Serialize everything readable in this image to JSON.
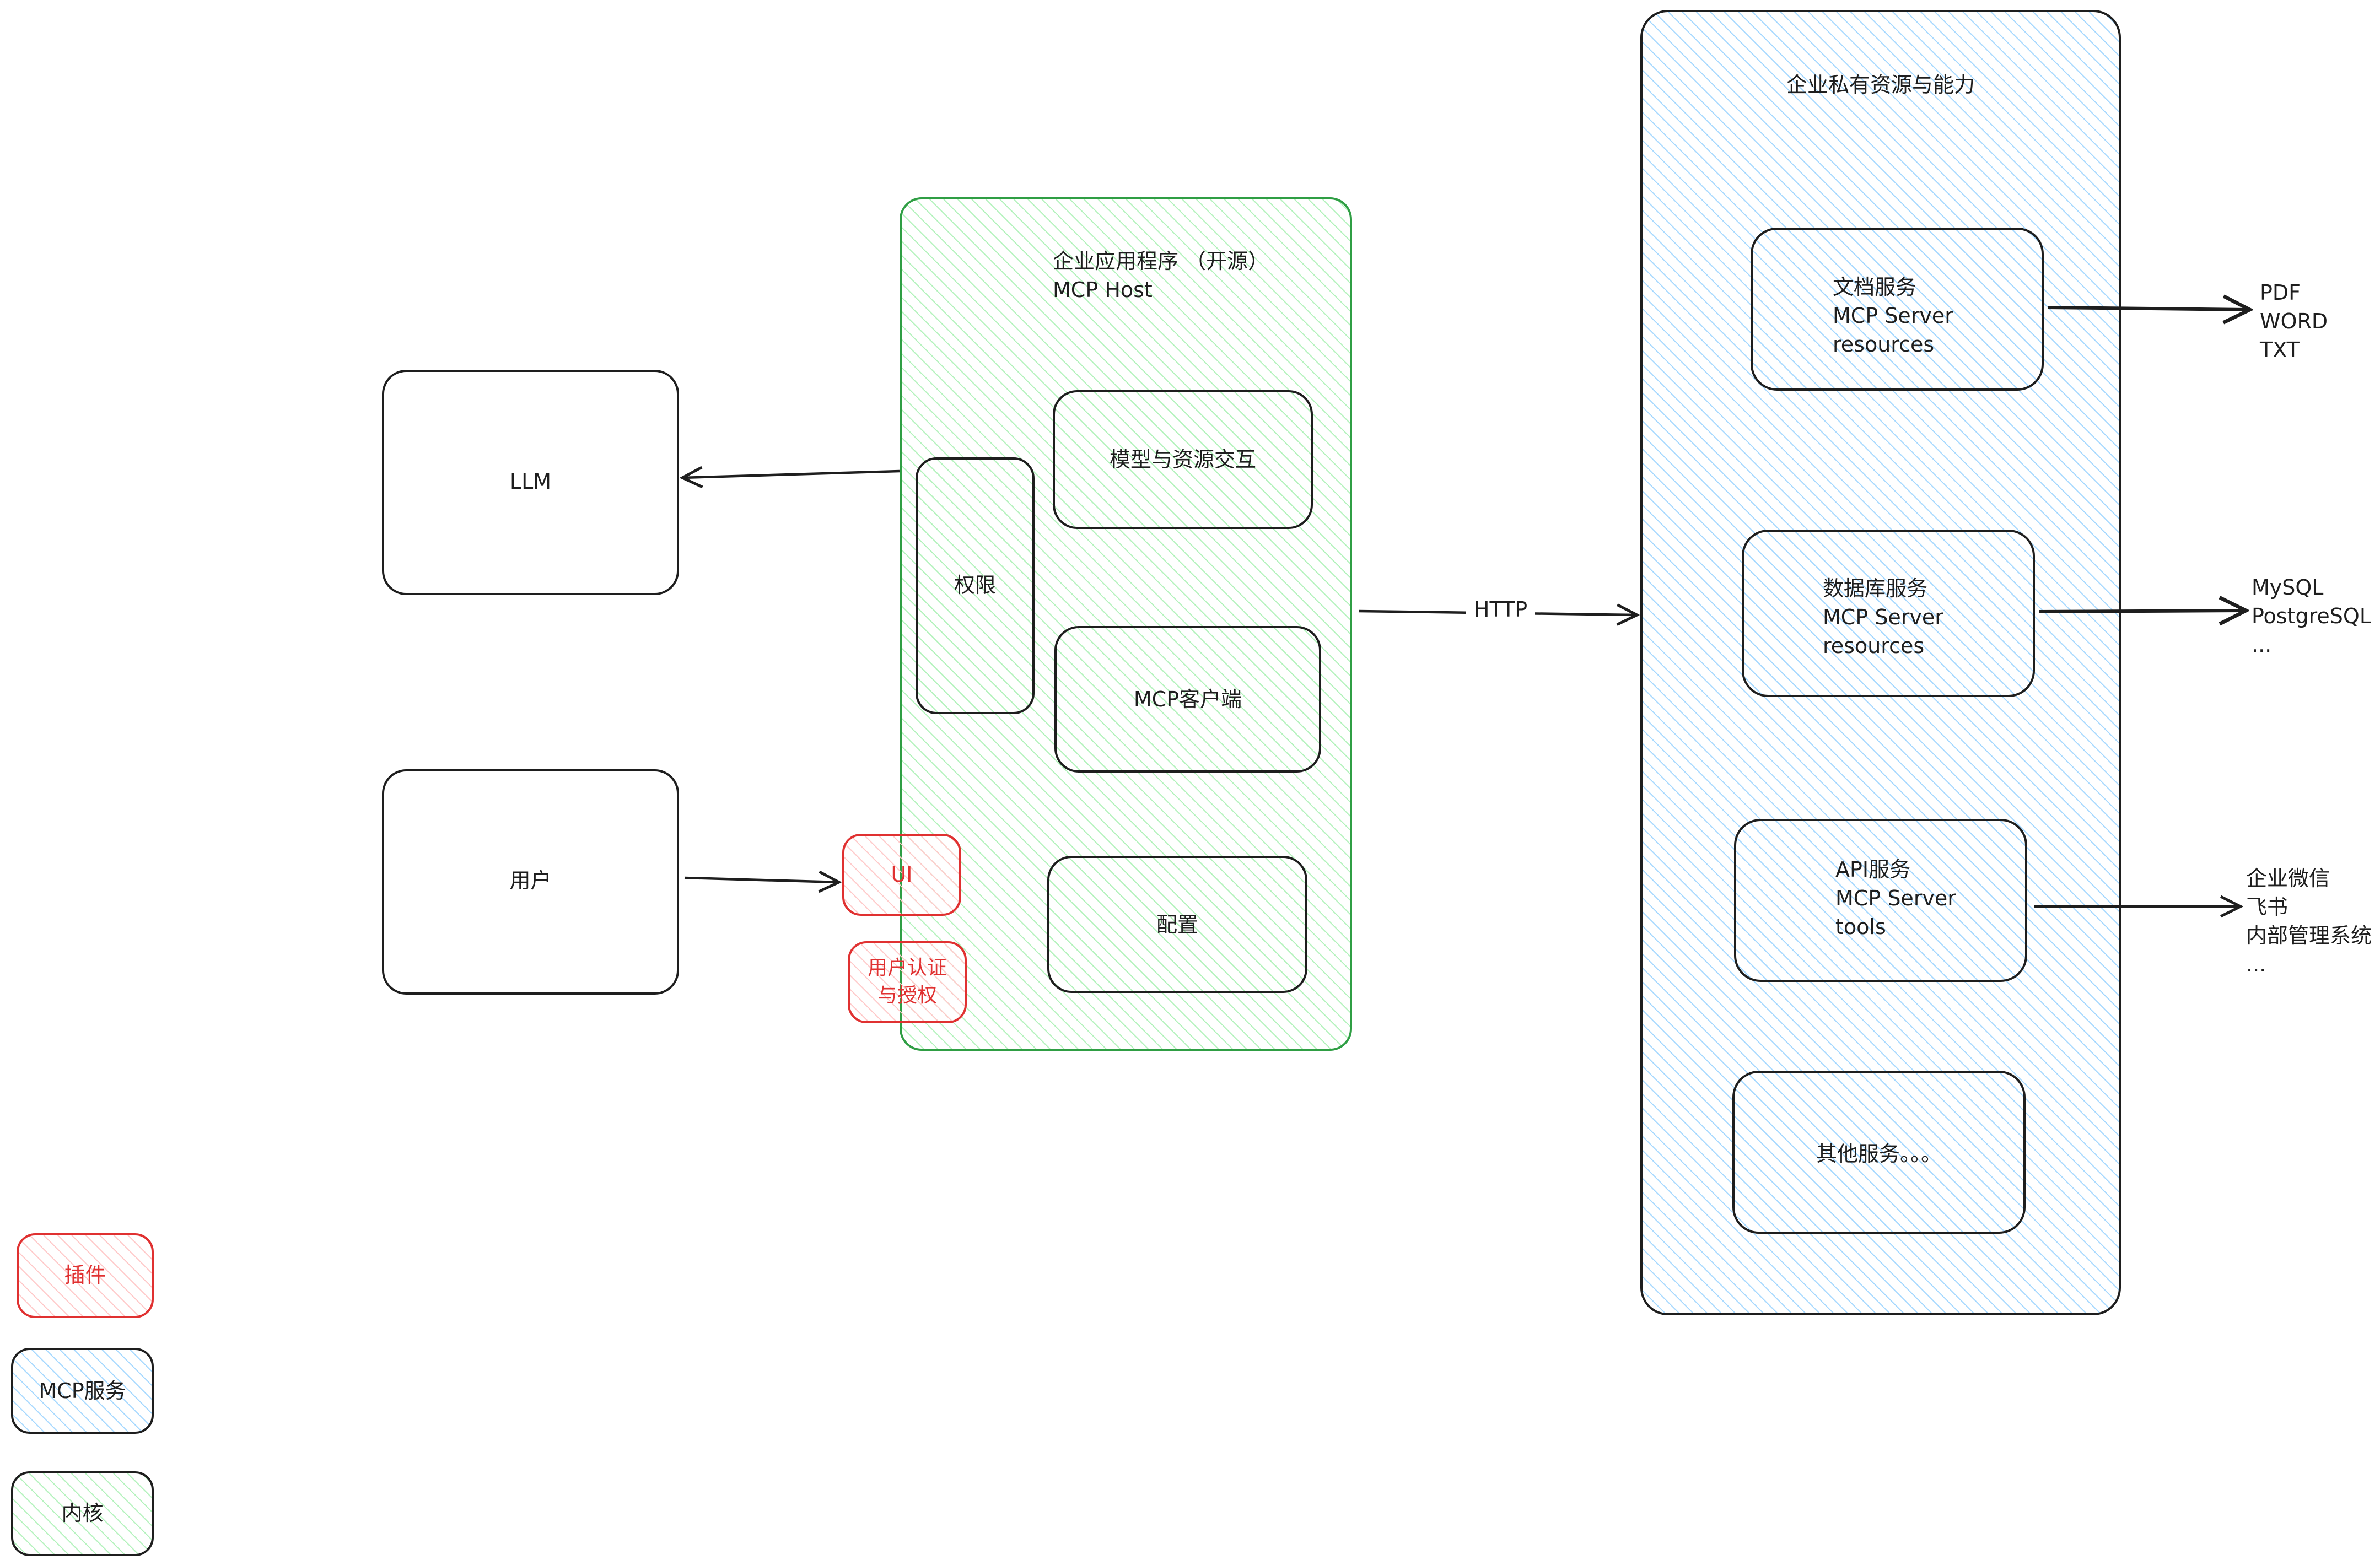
{
  "nodes": {
    "llm": "LLM",
    "user": "用户",
    "host_title": "企业应用程序 （开源）\nMCP Host",
    "permission": "权限",
    "model_resource": "模型与资源交互",
    "mcp_client": "MCP客户端",
    "config": "配置",
    "ui": "UI",
    "auth": "用户认证\n与授权",
    "private_title": "企业私有资源与能力",
    "doc_service": "文档服务\nMCP Server\nresources",
    "db_service": "数据库服务\nMCP Server\nresources",
    "api_service": "API服务\nMCP Server\ntools",
    "other_service": "其他服务。。。"
  },
  "edges": {
    "http_label": "HTTP",
    "doc_targets": "PDF\nWORD\nTXT",
    "db_targets": "MySQL\nPostgreSQL\n...",
    "api_targets": "企业微信\n飞书\n内部管理系统\n..."
  },
  "legend": {
    "plugin": "插件",
    "mcp_service": "MCP服务",
    "core": "内核"
  },
  "colors": {
    "green": "#2f9e44",
    "green_fill": "#b2f2bb",
    "blue_fill": "#a5d8ff",
    "red": "#e03131",
    "red_fill": "#ffc9c9",
    "stroke": "#1e1e1e"
  }
}
